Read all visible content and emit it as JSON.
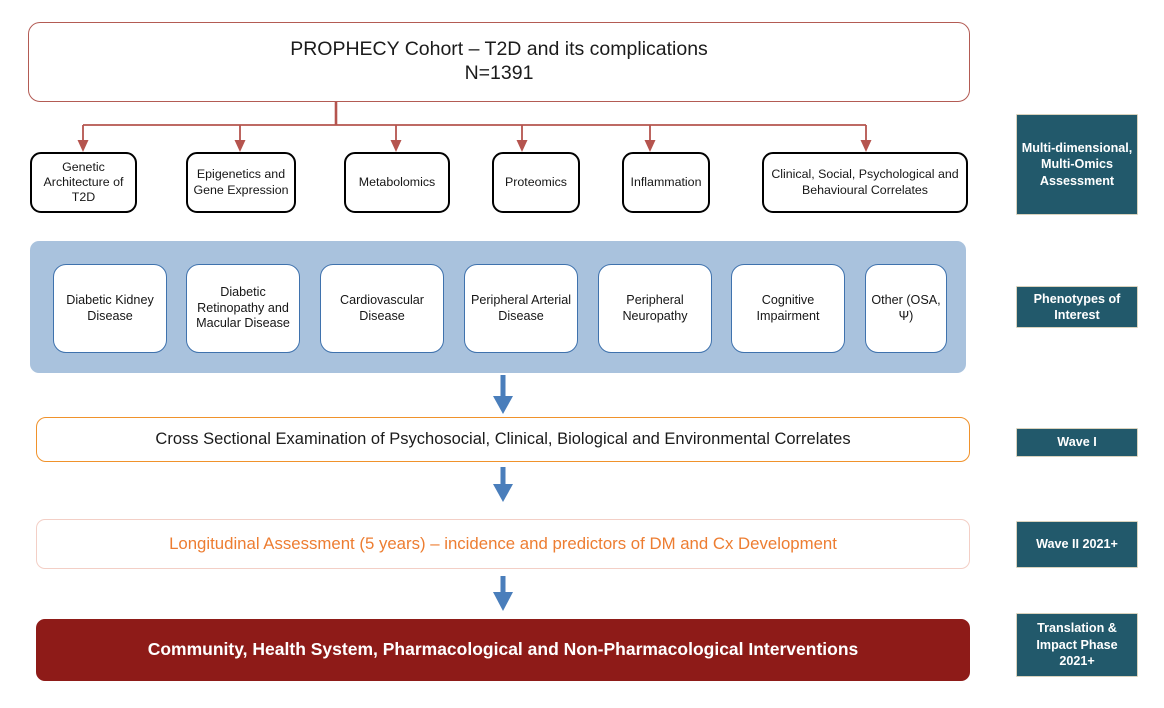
{
  "diagram": {
    "title_text": "PROPHECY Cohort – T2D and its complications",
    "cohort": {
      "line1": "PROPHECY Cohort – T2D and its complications",
      "line2": "N=1391"
    },
    "omics_boxes": [
      {
        "label": "Genetic Architecture of T2D"
      },
      {
        "label": "Epigenetics and Gene Expression"
      },
      {
        "label": "Metabolomics"
      },
      {
        "label": "Proteomics"
      },
      {
        "label": "Inflammation"
      },
      {
        "label": "Clinical, Social, Psychological and Behavioural Correlates"
      }
    ],
    "phenotype_boxes": [
      {
        "label": "Diabetic Kidney Disease"
      },
      {
        "label": "Diabetic Retinopathy and Macular Disease"
      },
      {
        "label": "Cardiovascular Disease"
      },
      {
        "label": "Peripheral Arterial Disease"
      },
      {
        "label": "Peripheral Neuropathy"
      },
      {
        "label": "Cognitive Impairment"
      },
      {
        "label": "Other (OSA, Ψ)"
      }
    ],
    "wave1": {
      "label": "Cross Sectional Examination of Psychosocial, Clinical, Biological and Environmental Correlates"
    },
    "wave2": {
      "label": "Longitudinal Assessment (5 years) – incidence and predictors of DM and Cx Development"
    },
    "intervention": {
      "label": "Community, Health System, Pharmacological and Non-Pharmacological Interventions"
    },
    "phases": [
      {
        "label": "Multi-dimensional, Multi-Omics Assessment"
      },
      {
        "label": "Phenotypes of Interest"
      },
      {
        "label": "Wave I"
      },
      {
        "label": "Wave II 2021+"
      },
      {
        "label": "Translation & Impact Phase 2021+"
      }
    ],
    "colors": {
      "cohort_border": "#b35b54",
      "omics_border": "#000000",
      "phenotype_band": "#a9c2dd",
      "phenotype_border": "#3f72ad",
      "wave1_border": "#f0922b",
      "wave2_border": "#f3cfc6",
      "wave2_text": "#ed7d31",
      "intervention_fill": "#8e1b18",
      "phase_fill": "#22596b",
      "phase_border": "#d9d2bd",
      "red_connector": "#b5544e",
      "blue_arrow": "#4a7ebb"
    }
  }
}
